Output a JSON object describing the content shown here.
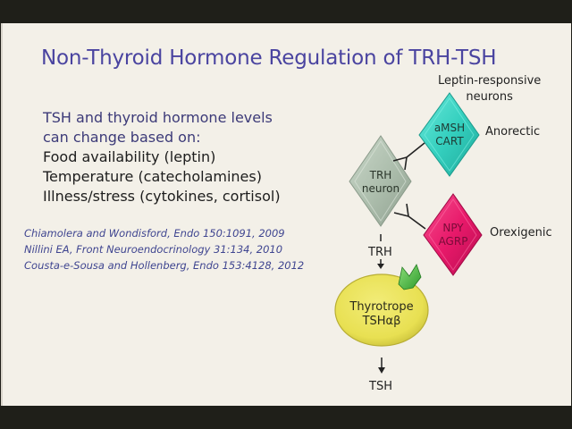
{
  "slide": {
    "title": "Non-Thyroid Hormone Regulation of TRH-TSH",
    "intro": [
      "TSH and thyroid hormone levels",
      "can change based on:"
    ],
    "factors": [
      "Food availability (leptin)",
      "Temperature (catecholamines)",
      "Illness/stress (cytokines, cortisol)"
    ],
    "references": [
      "Chiamolera and Wondisford, Endo 150:1091, 2009",
      "Nillini EA, Front Neuroendocrinology 31:134, 2010",
      "Cousta-e-Sousa and Hollenberg, Endo 153:4128, 2012"
    ]
  },
  "diagram": {
    "header_label": [
      "Leptin-responsive",
      "neurons"
    ],
    "nodes": {
      "amsh_cart": {
        "lines": [
          "aMSH",
          "CART"
        ],
        "side_label": "Anorectic",
        "color": "#3cd6c4"
      },
      "trh_neuron": {
        "lines": [
          "TRH",
          "neuron"
        ],
        "color": "#aebfae"
      },
      "npy_agrp": {
        "lines": [
          "NPY",
          "AGRP"
        ],
        "side_label": "Orexigenic",
        "color": "#e8196a"
      },
      "thyrotrope": {
        "lines": [
          "Thyrotrope",
          "TSHαβ"
        ],
        "color": "#ece55a"
      }
    },
    "trh_label": "TRH",
    "tsh_label": "TSH",
    "receptor_color": "#3fae3a"
  }
}
